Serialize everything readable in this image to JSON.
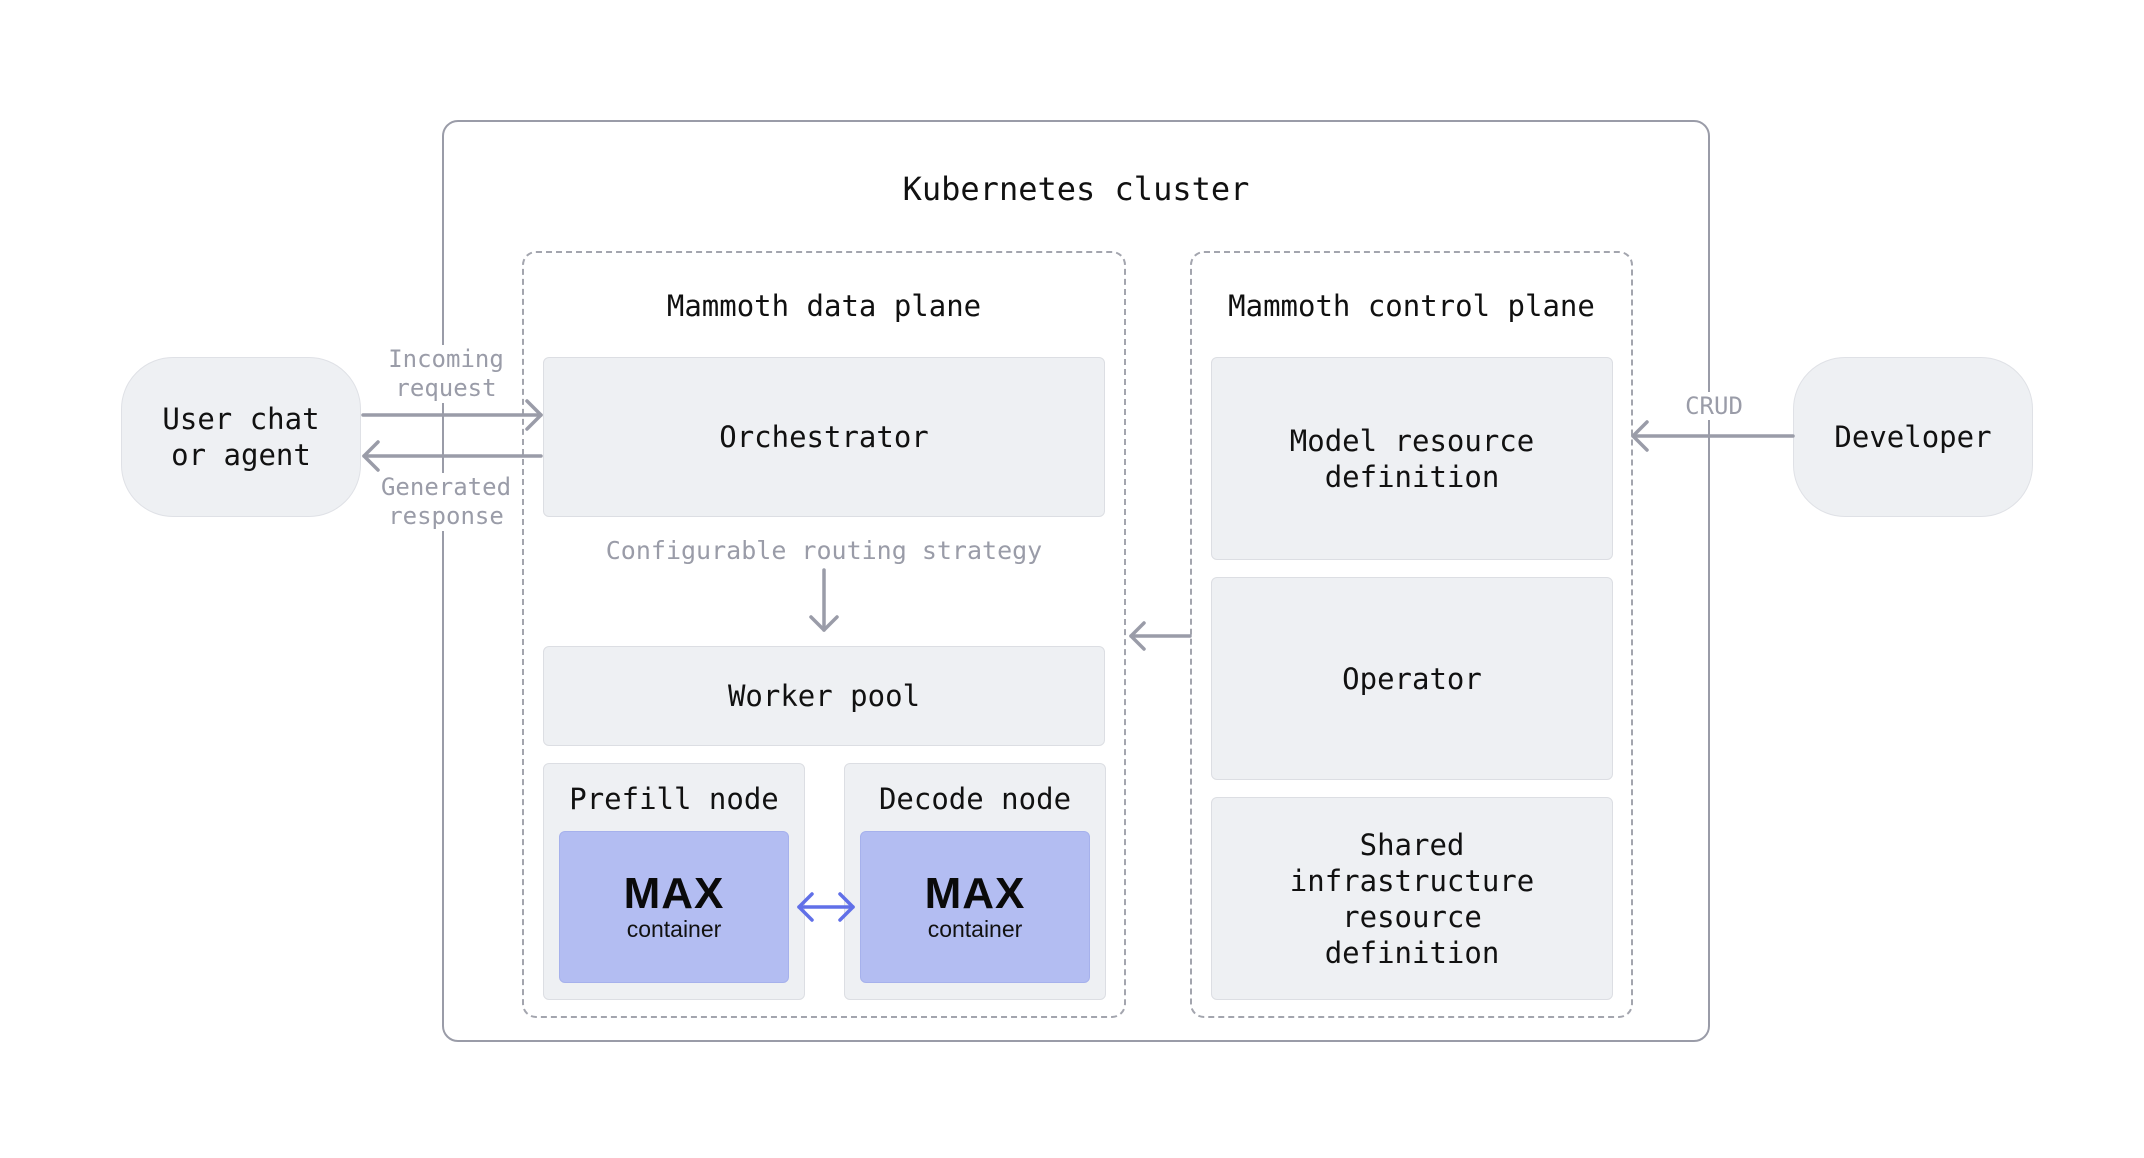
{
  "cluster": {
    "title": "Kubernetes cluster"
  },
  "data_plane": {
    "title": "Mammoth data plane",
    "orchestrator": "Orchestrator",
    "routing_label": "Configurable routing strategy",
    "worker_pool": "Worker pool",
    "prefill": {
      "title": "Prefill node",
      "logo": "MAX",
      "sub": "container"
    },
    "decode": {
      "title": "Decode node",
      "logo": "MAX",
      "sub": "container"
    }
  },
  "control_plane": {
    "title": "Mammoth control plane",
    "model_resource": "Model resource definition",
    "operator": "Operator",
    "shared_infra": "Shared infrastructure resource definition"
  },
  "external": {
    "user": "User chat or agent",
    "developer": "Developer",
    "incoming": "Incoming request",
    "generated": "Generated response",
    "crud": "CRUD"
  },
  "colors": {
    "border": "#9a9ca8",
    "box_fill": "#eef0f3",
    "max_fill": "#b3bdf2",
    "accent_arrow": "#6170e8",
    "arrow_gray": "#9a9ca8"
  }
}
